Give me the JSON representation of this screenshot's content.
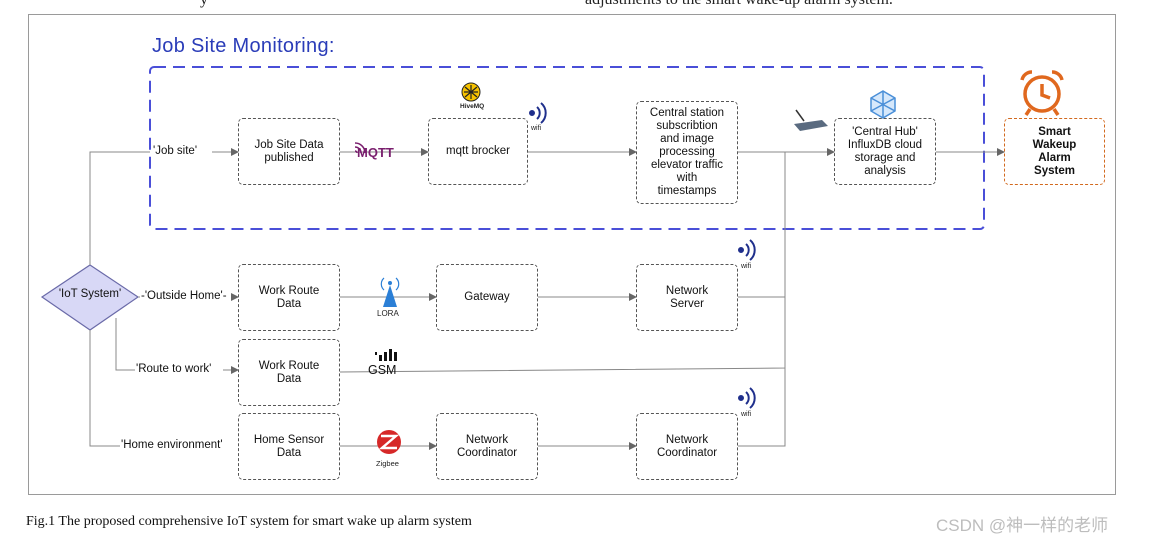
{
  "header_text": "adjustments to the smart wake-up alarm system.",
  "header_fragment": "y",
  "title": "Job Site Monitoring:",
  "diamond": "'IoT System'",
  "branch_labels": {
    "job_site": "'Job site'",
    "outside_home": "-'Outside Home'-",
    "route_to_work": "'Route to work'",
    "home_env": "'Home environment'"
  },
  "boxes": {
    "job_site_data": "Job Site Data\npublished",
    "mqtt_broker": "mqtt brocker",
    "central_station": "Central station\nsubscribtion\nand image\nprocessing\nelevator traffic\nwith\ntimestamps",
    "central_hub": "'Central Hub'\nInfluxDB cloud\nstorage and\nanalysis",
    "alarm": "Smart\nWakeup\nAlarm\nSystem",
    "work_route_1": "Work Route\nData",
    "gateway": "Gateway",
    "network_server": "Network\nServer",
    "work_route_2": "Work Route\nData",
    "home_sensor": "Home Sensor\nData",
    "network_coordinator_1": "Network\nCoordinator",
    "network_coordinator_2": "Network\nCoordinator"
  },
  "protocol_labels": {
    "mqtt": "MQTT",
    "hivemq": "HiveMQ",
    "wifi": "wifi",
    "lora": "LORA",
    "gsm": "GSM",
    "zigbee": "Zigbee"
  },
  "caption": "Fig.1 The proposed comprehensive IoT system for smart wake up alarm system",
  "watermark": "CSDN @神一样的老师",
  "colors": {
    "title": "#2a3cb8",
    "dashed_region": "#4a4fd8",
    "diamond_fill": "#d8d8f6",
    "alarm_border": "#d2691e",
    "mqtt": "#7a1f6e",
    "wifi": "#1f2f8c",
    "zigbee": "#d62828"
  }
}
